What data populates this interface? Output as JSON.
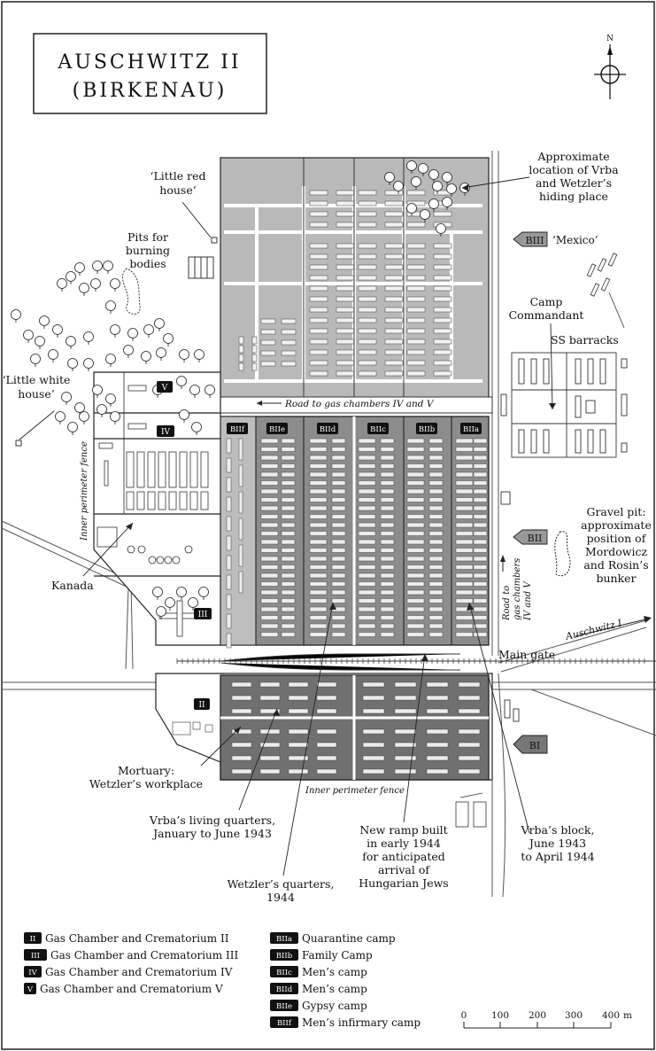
{
  "title": {
    "line1": "AUSCHWITZ II",
    "line2": "(BIRKENAU)"
  },
  "compass": {
    "north": "N"
  },
  "labels": {
    "little_red_house": [
      "‘Little red",
      "house’"
    ],
    "pits": [
      "Pits for",
      "burning",
      "bodies"
    ],
    "little_white_house": [
      "‘Little white",
      "house’"
    ],
    "vrba_hiding": [
      "Approximate",
      "location of Vrba",
      "and Wetzler’s",
      "hiding place"
    ],
    "mexico": "‘Mexico’",
    "camp_commandant": [
      "Camp",
      "Commandant"
    ],
    "ss_barracks": "SS barracks",
    "road_gas_chambers": "Road to gas chambers IV and V",
    "inner_perimeter_fence": "Inner perimeter fence",
    "kanada": "Kanada",
    "gravel_pit": [
      "Gravel pit:",
      "approximate",
      "position of",
      "Mordowicz",
      "and Rosin’s",
      "bunker"
    ],
    "road_gas_vertical": [
      "Road to",
      "gas chambers",
      "IV and V"
    ],
    "auschwitz_i": "Auschwitz I",
    "main_gate": "Main gate",
    "mortuary": [
      "Mortuary:",
      "Wetzler’s workplace"
    ],
    "inner_perimeter_fence_bottom": "Inner perimeter fence",
    "vrba_living": [
      "Vrba’s living quarters,",
      "January to June 1943"
    ],
    "new_ramp": [
      "New ramp built",
      "in early 1944",
      "for anticipated",
      "arrival of",
      "Hungarian Jews"
    ],
    "vrba_block": [
      "Vrba’s block,",
      "June 1943",
      "to April 1944"
    ],
    "wetzler_quarters": [
      "Wetzler’s quarters,",
      "1944"
    ]
  },
  "sections": {
    "b1": "BI",
    "b2": "BII",
    "b3": "BIII"
  },
  "subcamps": [
    "BIIf",
    "BIIe",
    "BIId",
    "BIIc",
    "BIIb",
    "BIIa"
  ],
  "crematoria": {
    "c2": "II",
    "c3": "III",
    "c4": "IV",
    "c5": "V"
  },
  "legend_left": [
    {
      "key": "II",
      "text": "Gas Chamber and Crematorium II"
    },
    {
      "key": "III",
      "text": "Gas Chamber and Crematorium III"
    },
    {
      "key": "IV",
      "text": "Gas Chamber and Crematorium IV"
    },
    {
      "key": "V",
      "text": "Gas Chamber and Crematorium V"
    }
  ],
  "legend_right": [
    {
      "key": "BIIa",
      "text": "Quarantine camp"
    },
    {
      "key": "BIIb",
      "text": "Family Camp"
    },
    {
      "key": "BIIc",
      "text": "Men’s camp"
    },
    {
      "key": "BIId",
      "text": "Men’s camp"
    },
    {
      "key": "BIIe",
      "text": "Gypsy camp"
    },
    {
      "key": "BIIf",
      "text": "Men’s infirmary camp"
    }
  ],
  "scale": {
    "ticks": [
      "0",
      "100",
      "200",
      "300",
      "400"
    ],
    "unit": "m"
  },
  "colors": {
    "light_gray": "#b9b9b9",
    "dark_gray": "#707070",
    "mid_gray": "#8c8c8c",
    "ink": "#111111"
  }
}
